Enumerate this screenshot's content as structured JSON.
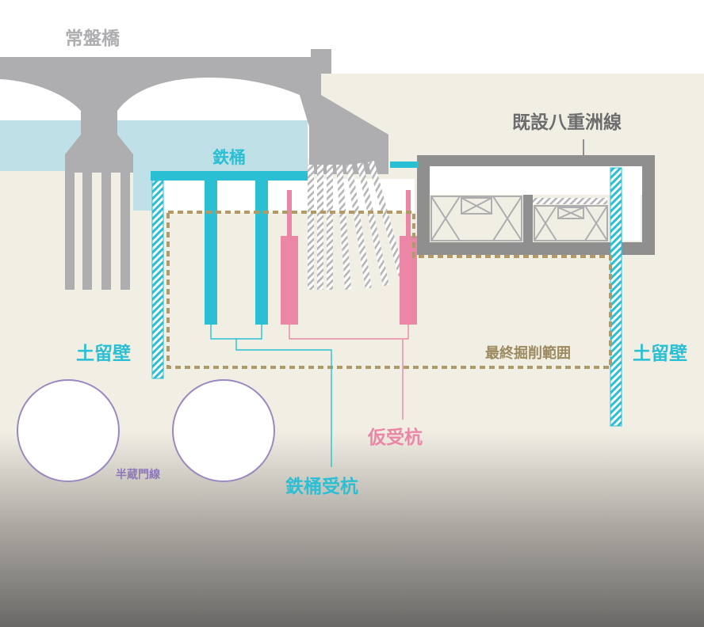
{
  "labels": {
    "bridge": "常盤橋",
    "existing_line": "既設八重洲線",
    "steel_pipe": "鉄桶",
    "retaining_wall_left": "土留壁",
    "retaining_wall_right": "土留壁",
    "excavation_range": "最終掘削範囲",
    "temp_pile": "仮受杭",
    "steel_pipe_pile": "鉄桶受杭",
    "hanzomon_line": "半蔵門線"
  },
  "colors": {
    "steel_pipe": "#2bbfd4",
    "temp_pile": "#ec86a6",
    "structure_gray": "#aeadb0",
    "existing_line_gray": "#8f8f8f",
    "water": "#bfe0e6",
    "ground": "#f1eee4",
    "excavation_line": "#b09a6a",
    "tunnel_outline": "#9a88c2"
  },
  "icons": {
    "retaining_wall": "hatched-wall-icon",
    "pile_group": "hatched-pile-icon",
    "tunnel": "tunnel-circle-icon"
  }
}
